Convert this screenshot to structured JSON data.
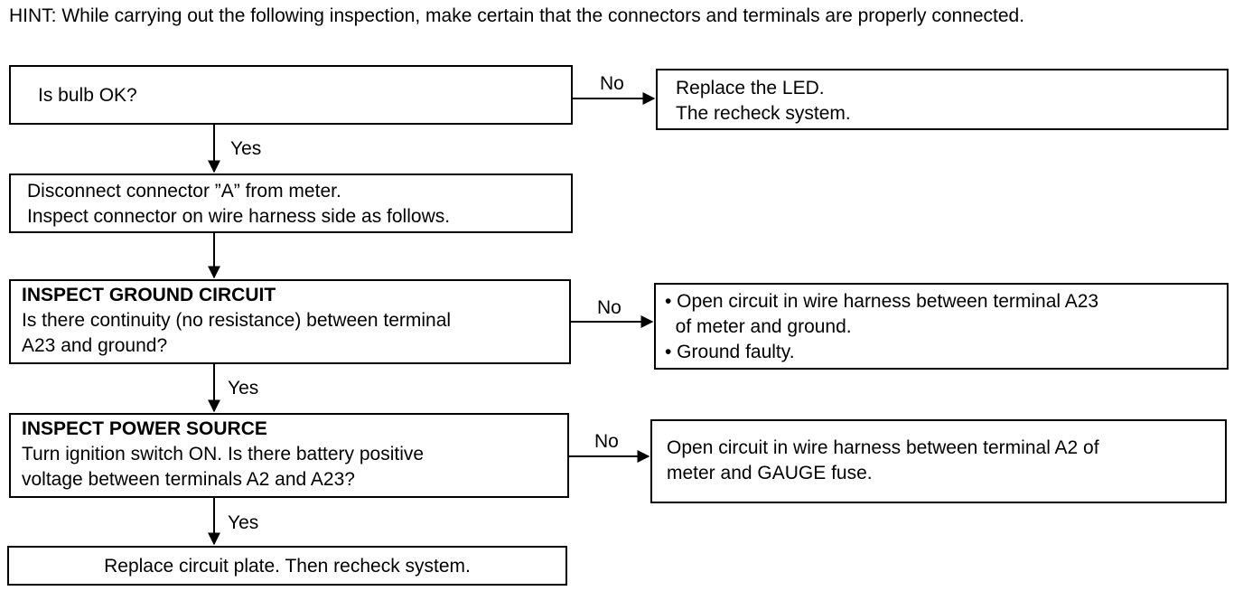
{
  "hint": "HINT: While carrying out the following inspection, make certain that the connectors and terminals are properly connected.",
  "steps": {
    "bulb_check": {
      "text": "Is bulb OK?"
    },
    "replace_led": {
      "lines": [
        "Replace the LED.",
        "The recheck system."
      ]
    },
    "disconnect": {
      "lines": [
        "Disconnect connector ”A” from meter.",
        "Inspect connector on wire harness side as follows."
      ]
    },
    "ground_circuit": {
      "heading": "INSPECT GROUND CIRCUIT",
      "lines": [
        "Is there continuity (no resistance) between terminal",
        "A23 and ground?"
      ]
    },
    "ground_result": {
      "lines": [
        "• Open circuit in wire harness between terminal A23",
        "  of meter and ground.",
        "• Ground faulty."
      ]
    },
    "power_source": {
      "heading": "INSPECT POWER SOURCE",
      "lines": [
        "Turn ignition switch ON. Is there battery positive",
        "voltage between terminals A2 and A23?"
      ]
    },
    "power_result": {
      "lines": [
        "Open circuit in wire harness between terminal A2 of",
        "meter and GAUGE fuse."
      ]
    },
    "replace_plate": {
      "text": "Replace circuit plate. Then recheck system."
    }
  },
  "labels": {
    "no_1": "No",
    "yes_1": "Yes",
    "no_2": "No",
    "yes_2": "Yes",
    "no_3": "No",
    "yes_3": "Yes"
  }
}
